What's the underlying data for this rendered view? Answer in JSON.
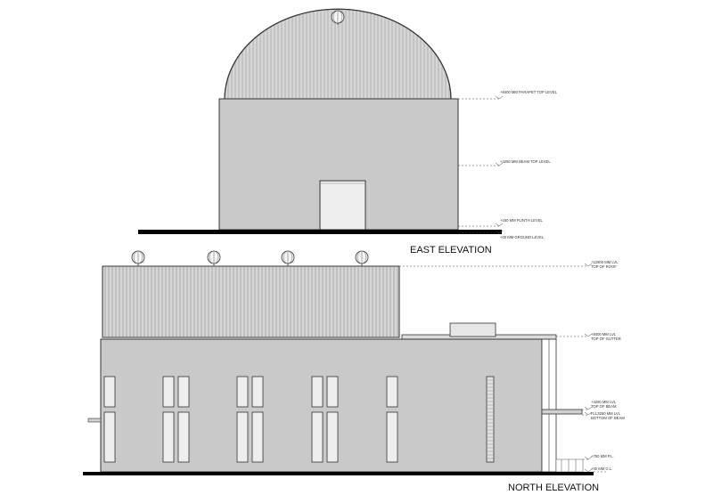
{
  "east_elevation": {
    "title": "EAST ELEVATION",
    "levels": [
      {
        "label": "+8400 MM PARAPET TOP LEVEL"
      },
      {
        "label": "+4250 MM BEAM TOP LEVEL"
      },
      {
        "label": "+150 MM PLINTH LEVEL"
      },
      {
        "label": "+00 MM GROUND LEVEL"
      }
    ]
  },
  "north_elevation": {
    "title": "NORTH ELEVATION",
    "levels": [
      {
        "line1": "+12600 MM LVL",
        "line2": "TOP OF ROOF"
      },
      {
        "line1": "+8400 MM LVL",
        "line2": "TOP OF GUTTER"
      },
      {
        "line1": "+4250 MM LVL",
        "line2": "TOP OF BEAM"
      },
      {
        "line1": "FLL3250 MM LVL",
        "line2": "BOTTOM OF BEAM"
      },
      {
        "line1": "+750 MM P.L.",
        "line2": ""
      },
      {
        "line1": "+00 MM G.L.",
        "line2": ""
      }
    ]
  },
  "colors": {
    "wall": "#c9c9c9",
    "roof": "#d6d6d6",
    "window": "#eeeeee",
    "ground": "#000000",
    "line": "#333333"
  }
}
